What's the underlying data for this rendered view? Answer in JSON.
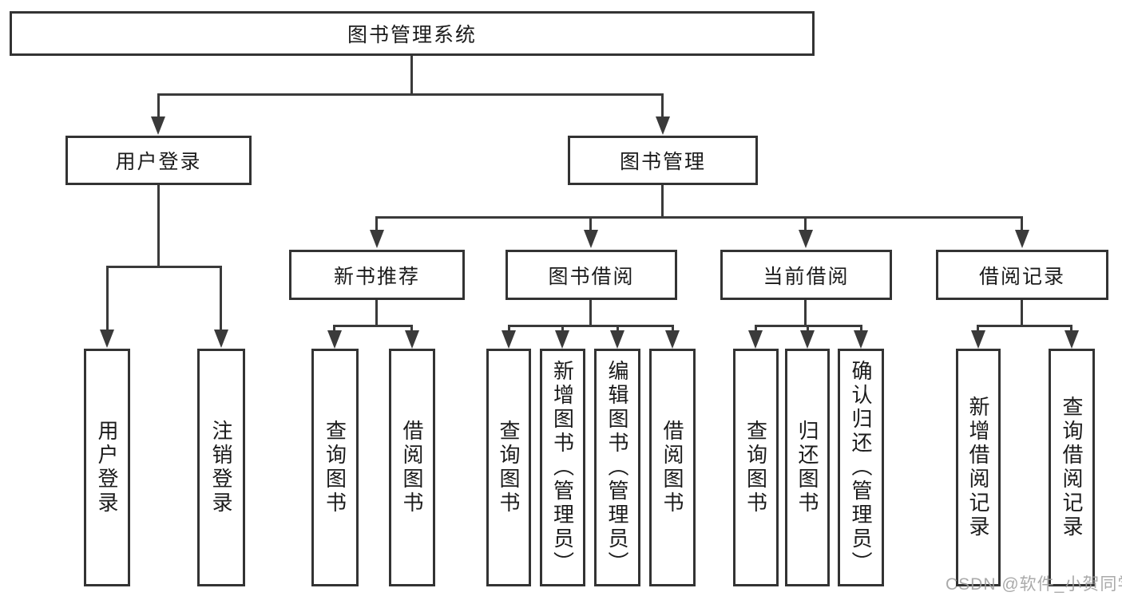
{
  "diagram": {
    "root": {
      "label": "图书管理系统"
    },
    "level2": {
      "user_login": {
        "label": "用户登录"
      },
      "book_management": {
        "label": "图书管理"
      }
    },
    "level3": {
      "new_book_recommend": {
        "label": "新书推荐"
      },
      "book_borrow": {
        "label": "图书借阅"
      },
      "current_borrow": {
        "label": "当前借阅"
      },
      "borrow_records": {
        "label": "借阅记录"
      }
    },
    "leaves": {
      "user_login": [
        "用户登录",
        "注销登录"
      ],
      "new_book_recommend": [
        "查询图书",
        "借阅图书"
      ],
      "book_borrow": [
        "查询图书",
        "新增图书（管理员）",
        "编辑图书（管理员）",
        "借阅图书"
      ],
      "current_borrow": [
        "查询图书",
        "归还图书",
        "确认归还（管理员）"
      ],
      "borrow_records": [
        "新增借阅记录",
        "查询借阅记录"
      ]
    },
    "colors": {
      "line": "#3a3a3a",
      "border": "#333333",
      "text": "#1b1b1b",
      "background": "#ffffff",
      "watermark": "#9e9e9e"
    }
  },
  "watermark": {
    "text": "CSDN @软件_小贺同学"
  }
}
